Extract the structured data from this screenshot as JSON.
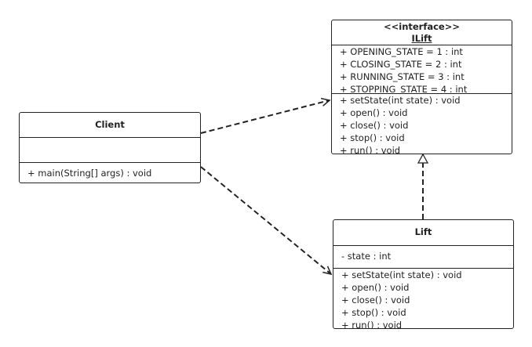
{
  "classes": {
    "ilift": {
      "stereotype": "<<interface>>",
      "name": "ILift",
      "attributes": [
        "+ OPENING_STATE = 1 : int",
        "+ CLOSING_STATE = 2 : int",
        "+ RUNNING_STATE = 3 : int",
        "+ STOPPING_STATE = 4 : int"
      ],
      "methods": [
        "+ setState(int state) : void",
        "+ open() : void",
        "+ close() : void",
        "+ stop() : void",
        "+ run() : void"
      ]
    },
    "client": {
      "name": "Client",
      "attributes": [],
      "methods": [
        "+ main(String[] args) : void"
      ]
    },
    "lift": {
      "name": "Lift",
      "attributes": [
        "- state : int"
      ],
      "methods": [
        "+ setState(int state) : void",
        "+ open() : void",
        "+ close() : void",
        "+ stop() : void",
        "+ run() : void"
      ]
    }
  },
  "relations": [
    {
      "from": "Client",
      "to": "ILift",
      "type": "dependency"
    },
    {
      "from": "Client",
      "to": "Lift",
      "type": "dependency"
    },
    {
      "from": "Lift",
      "to": "ILift",
      "type": "realization"
    }
  ]
}
